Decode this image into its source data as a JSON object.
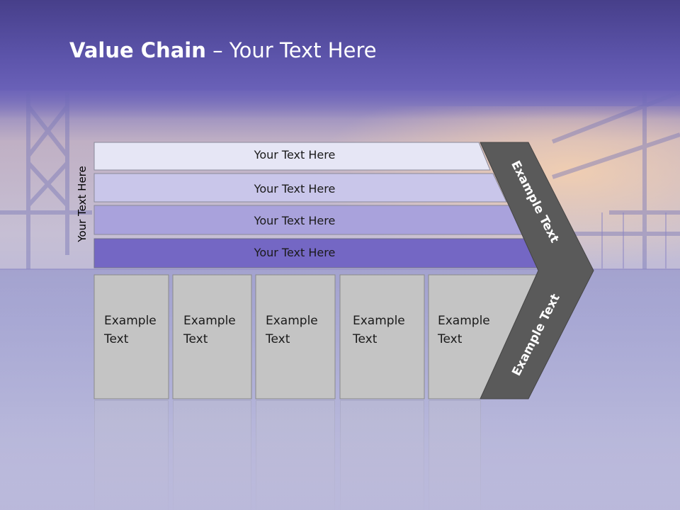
{
  "title": {
    "bold": "Value Chain",
    "rest": " – Your Text Here"
  },
  "side_label": "Your Text Here",
  "bars": [
    {
      "label": "Your Text Here",
      "color": "#e6e6f5"
    },
    {
      "label": "Your Text Here",
      "color": "#c9c6ea"
    },
    {
      "label": "Your Text Here",
      "color": "#a9a2dc"
    },
    {
      "label": "Your Text Here",
      "color": "#7467c4"
    }
  ],
  "cells": [
    {
      "line1": "Example",
      "line2": "Text"
    },
    {
      "line1": "Example",
      "line2": "Text"
    },
    {
      "line1": "Example",
      "line2": "Text"
    },
    {
      "line1": "Example",
      "line2": "Text"
    },
    {
      "line1": "Example",
      "line2": "Text"
    }
  ],
  "chevron": {
    "upper_text": "Example Text",
    "lower_text": "Example Text",
    "color": "#5a5a5a"
  },
  "colors": {
    "header": "#5b53a9",
    "cell_fill": "#c4c4c4",
    "cell_border": "#8a8a8a"
  }
}
